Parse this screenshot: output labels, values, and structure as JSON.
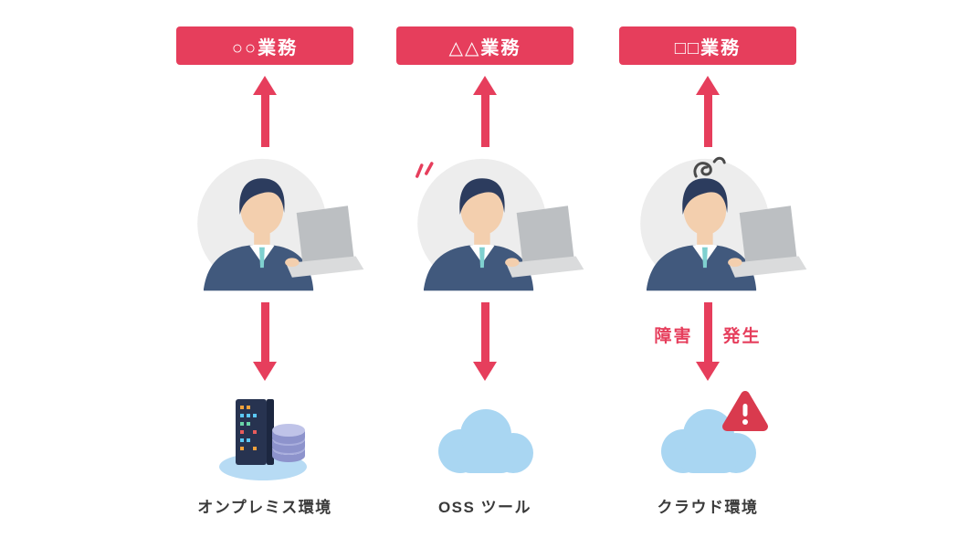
{
  "colors": {
    "accent": "#e63e5c",
    "cloud_blue": "#a9d6f2",
    "alert_red": "#d93a4e",
    "banner_text": "#ffffff",
    "caption_text": "#3a3a3a"
  },
  "columns": [
    {
      "banner": "○○業務",
      "caption": "オンプレミス環境",
      "icon": "server-database-icon"
    },
    {
      "banner": "△△業務",
      "caption": "OSS ツール",
      "icon": "cloud-icon"
    },
    {
      "banner": "□□業務",
      "caption": "クラウド環境",
      "icon": "cloud-alert-icon",
      "incident_left": "障害",
      "incident_right": "発生"
    }
  ]
}
